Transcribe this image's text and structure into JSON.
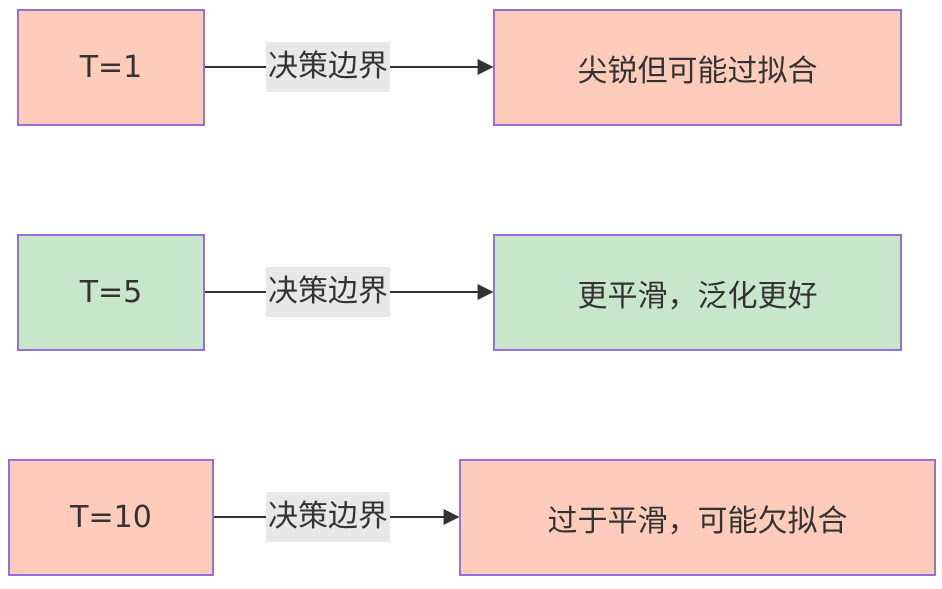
{
  "colors": {
    "node_border": "#9370db",
    "fill_salmon": "#ffccbc",
    "fill_green": "#c8e6c9",
    "edge_label_bg": "#e8e8e8",
    "edge_line": "#333333"
  },
  "rows": [
    {
      "source": "T=1",
      "edge_label": "决策边界",
      "target": "尖锐但可能过拟合",
      "fill": "#ffccbc"
    },
    {
      "source": "T=5",
      "edge_label": "决策边界",
      "target": "更平滑，泛化更好",
      "fill": "#c8e6c9"
    },
    {
      "source": "T=10",
      "edge_label": "决策边界",
      "target": "过于平滑，可能欠拟合",
      "fill": "#ffccbc"
    }
  ]
}
